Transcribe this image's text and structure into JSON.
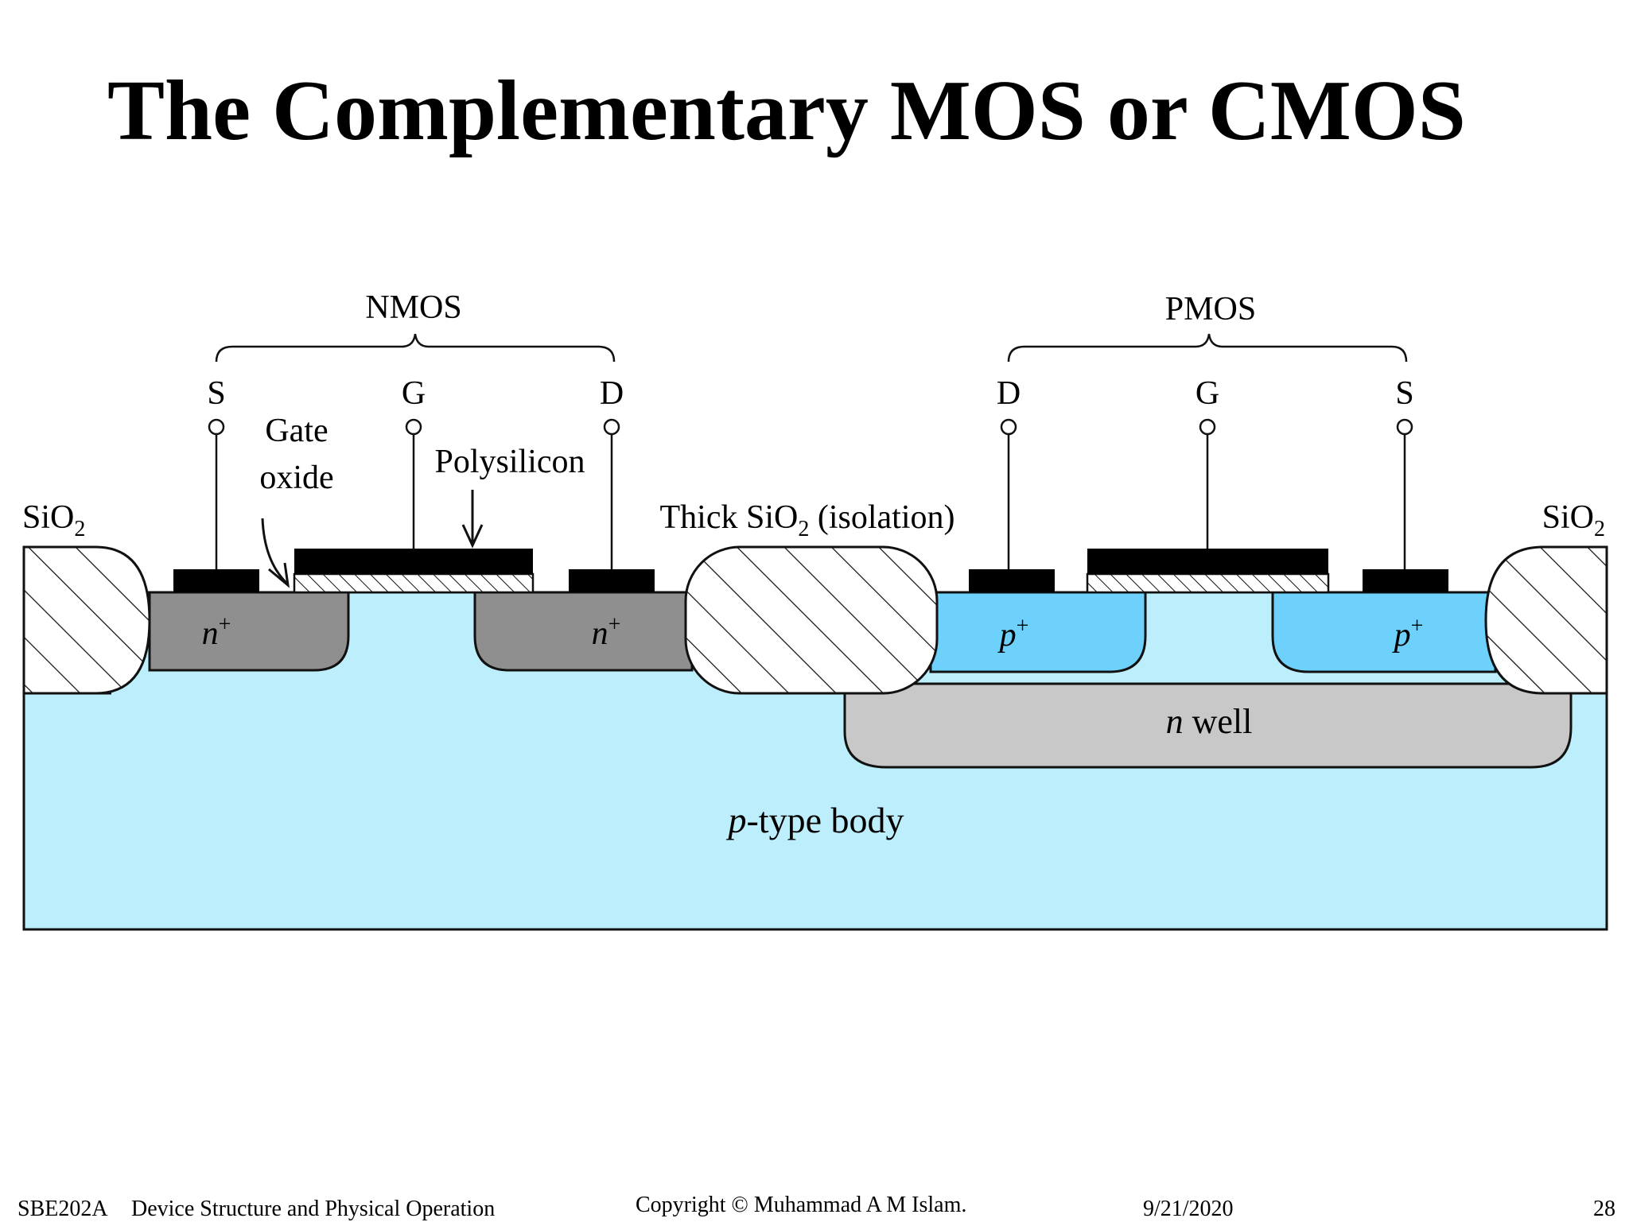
{
  "slide": {
    "title": "The Complementary MOS or CMOS"
  },
  "diagram": {
    "nmos_label": "NMOS",
    "pmos_label": "PMOS",
    "terminal_s": "S",
    "terminal_g": "G",
    "terminal_d": "D",
    "gate_oxide_line1": "Gate",
    "gate_oxide_line2": "oxide",
    "polysilicon": "Polysilicon",
    "thick_sio2_prefix": "Thick SiO",
    "thick_sio2_sub": "2",
    "thick_sio2_suffix": " (isolation)",
    "sio2_main": "SiO",
    "sio2_sub": "2",
    "n_plus_italic": "n",
    "n_plus_sup": "+",
    "p_plus_italic": "p",
    "p_plus_sup": "+",
    "n_well_italic": "n",
    "n_well_text": " well",
    "p_body_italic": "p",
    "p_body_text": "-type body",
    "colors": {
      "p_body": "#BDEEFC",
      "n_plus": "#8F8F8F",
      "p_plus": "#6DD1FB",
      "n_well": "#C8C8C8",
      "contact": "#000000"
    }
  },
  "footer": {
    "course": "SBE202A",
    "topic": "Device Structure and Physical Operation",
    "copyright": "Copyright © Muhammad A M Islam.",
    "date": "9/21/2020",
    "page": "28"
  }
}
